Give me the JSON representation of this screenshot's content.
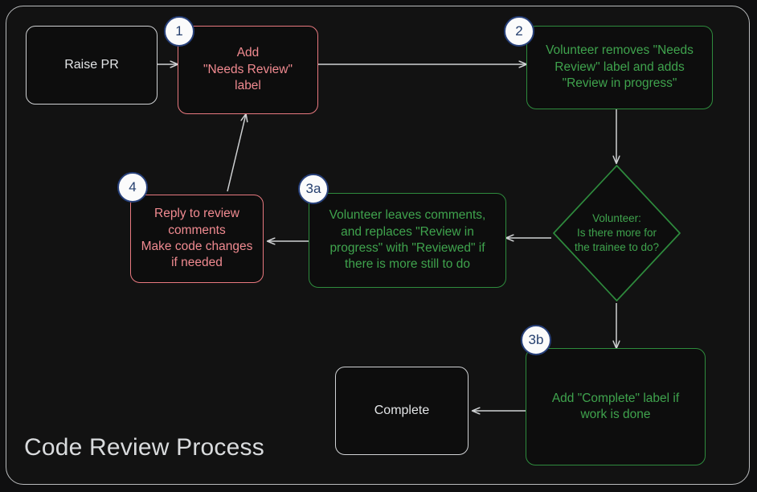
{
  "diagram": {
    "title": "Code Review Process",
    "type": "flowchart",
    "theme": {
      "background": "#0f0f10",
      "frame_border": "#b9bbbd",
      "neutral_stroke": "#d0d2d4",
      "neutral_text": "#e3e5e7",
      "red_stroke": "#e8797f",
      "red_text": "#f08a90",
      "green_stroke": "#2e8b3d",
      "green_text": "#3fa34d",
      "badge_fill": "#fbfbfb",
      "badge_stroke": "#27407a",
      "badge_text": "#26406f",
      "arrow": "#cfd1d3"
    },
    "nodes": [
      {
        "id": "raise-pr",
        "label": "Raise PR",
        "style": "neutral",
        "shape": "rounded-rect",
        "badge": null
      },
      {
        "id": "add-needs-review",
        "label": "Add\n\"Needs Review\"\nlabel",
        "style": "red",
        "shape": "rounded-rect",
        "badge": "1"
      },
      {
        "id": "volunteer-relabel",
        "label": "Volunteer removes \"Needs\nReview\" label and adds\n\"Review in progress\"",
        "style": "green",
        "shape": "rounded-rect",
        "badge": "2"
      },
      {
        "id": "volunteer-decision",
        "label": "Volunteer:\nIs there more for\nthe trainee to do?",
        "style": "green",
        "shape": "diamond",
        "badge": null
      },
      {
        "id": "volunteer-comments",
        "label": "Volunteer leaves comments,\nand replaces \"Review in\nprogress\" with \"Reviewed\" if\nthere is more still to do",
        "style": "green",
        "shape": "rounded-rect",
        "badge": "3a"
      },
      {
        "id": "add-complete-label",
        "label": "Add \"Complete\" label if\nwork is done",
        "style": "green",
        "shape": "rounded-rect",
        "badge": "3b"
      },
      {
        "id": "reply-to-comments",
        "label": "Reply to review\ncomments\nMake code changes\nif needed",
        "style": "red",
        "shape": "rounded-rect",
        "badge": "4"
      },
      {
        "id": "complete",
        "label": "Complete",
        "style": "neutral",
        "shape": "rounded-rect",
        "badge": null
      }
    ],
    "edges": [
      {
        "from": "raise-pr",
        "to": "add-needs-review",
        "label": ""
      },
      {
        "from": "add-needs-review",
        "to": "volunteer-relabel",
        "label": ""
      },
      {
        "from": "volunteer-relabel",
        "to": "volunteer-decision",
        "label": ""
      },
      {
        "from": "volunteer-decision",
        "to": "volunteer-comments",
        "label": ""
      },
      {
        "from": "volunteer-decision",
        "to": "add-complete-label",
        "label": ""
      },
      {
        "from": "volunteer-comments",
        "to": "reply-to-comments",
        "label": ""
      },
      {
        "from": "reply-to-comments",
        "to": "add-needs-review",
        "label": ""
      },
      {
        "from": "add-complete-label",
        "to": "complete",
        "label": ""
      }
    ]
  }
}
